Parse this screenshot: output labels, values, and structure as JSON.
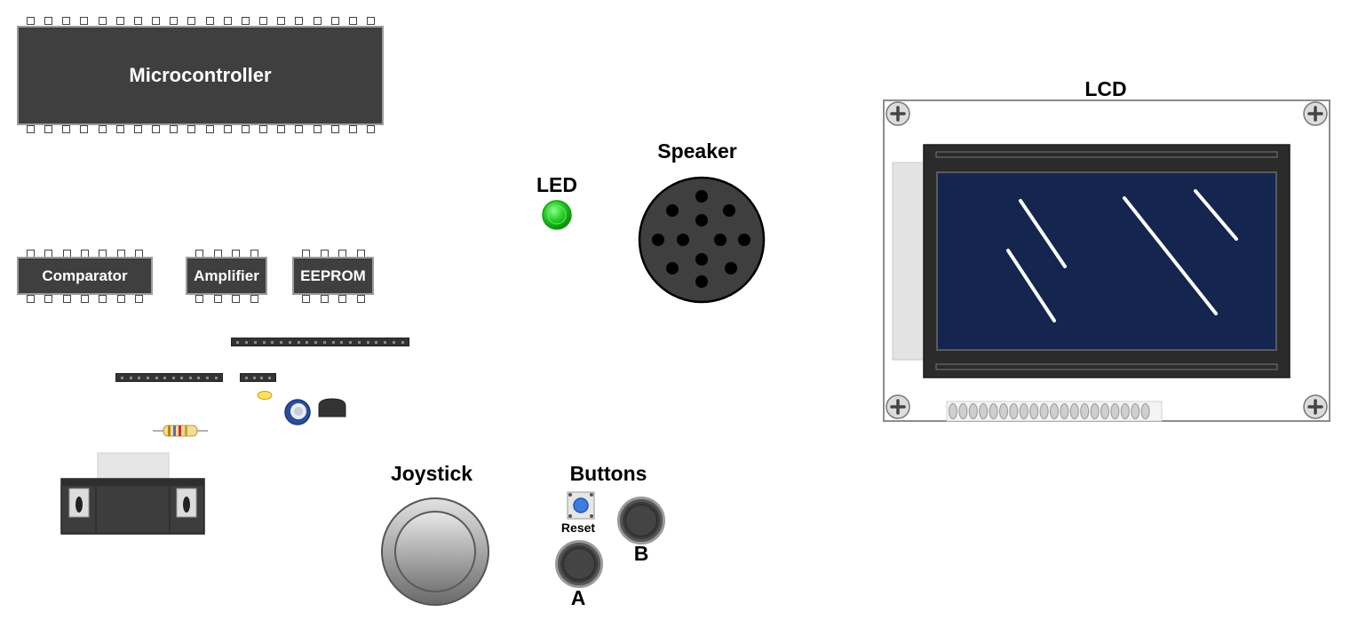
{
  "components": {
    "microcontroller": "Microcontroller",
    "comparator": "Comparator",
    "amplifier": "Amplifier",
    "eeprom": "EEPROM",
    "led": "LED",
    "speaker": "Speaker",
    "lcd": "LCD",
    "joystick": "Joystick",
    "buttons": "Buttons",
    "reset": "Reset",
    "button_a": "A",
    "button_b": "B"
  },
  "colors": {
    "chip_body": "#3f3f3f",
    "chip_border": "#9c9c9c",
    "led_green": "#22cc22",
    "lcd_screen": "#14264f",
    "lcd_frame": "#2b2b2b",
    "reset_cap": "#3d7de0"
  },
  "icons": {
    "lcd_screw": "screw-icon",
    "speaker_grille": "speaker-grille-icon"
  }
}
